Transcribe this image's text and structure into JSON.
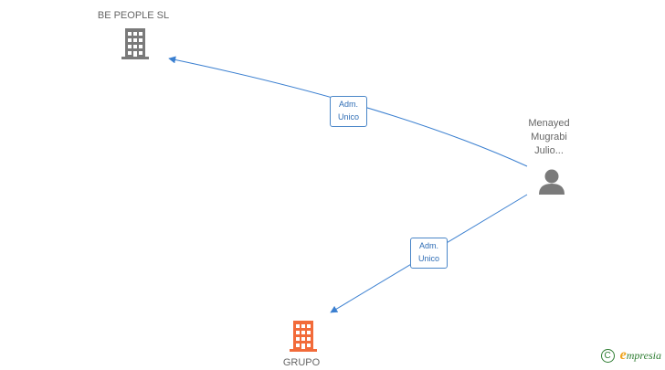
{
  "nodes": {
    "be_people": {
      "label": "BE PEOPLE  SL",
      "type": "company",
      "color": "#7a7a7a"
    },
    "person": {
      "label": "Menayed\nMugrabi\nJulio...",
      "type": "person",
      "color": "#7a7a7a"
    },
    "grupo": {
      "label": "GRUPO",
      "type": "company",
      "color": "#f26b3a"
    }
  },
  "edges": [
    {
      "from": "person",
      "to": "be_people",
      "label": "Adm.\nUnico"
    },
    {
      "from": "person",
      "to": "grupo",
      "label": "Adm.\nUnico"
    }
  ],
  "colors": {
    "edge": "#3a7fd0"
  },
  "watermark": {
    "copyright_symbol": "C",
    "brand": "mpresia",
    "brand_initial": "e"
  }
}
